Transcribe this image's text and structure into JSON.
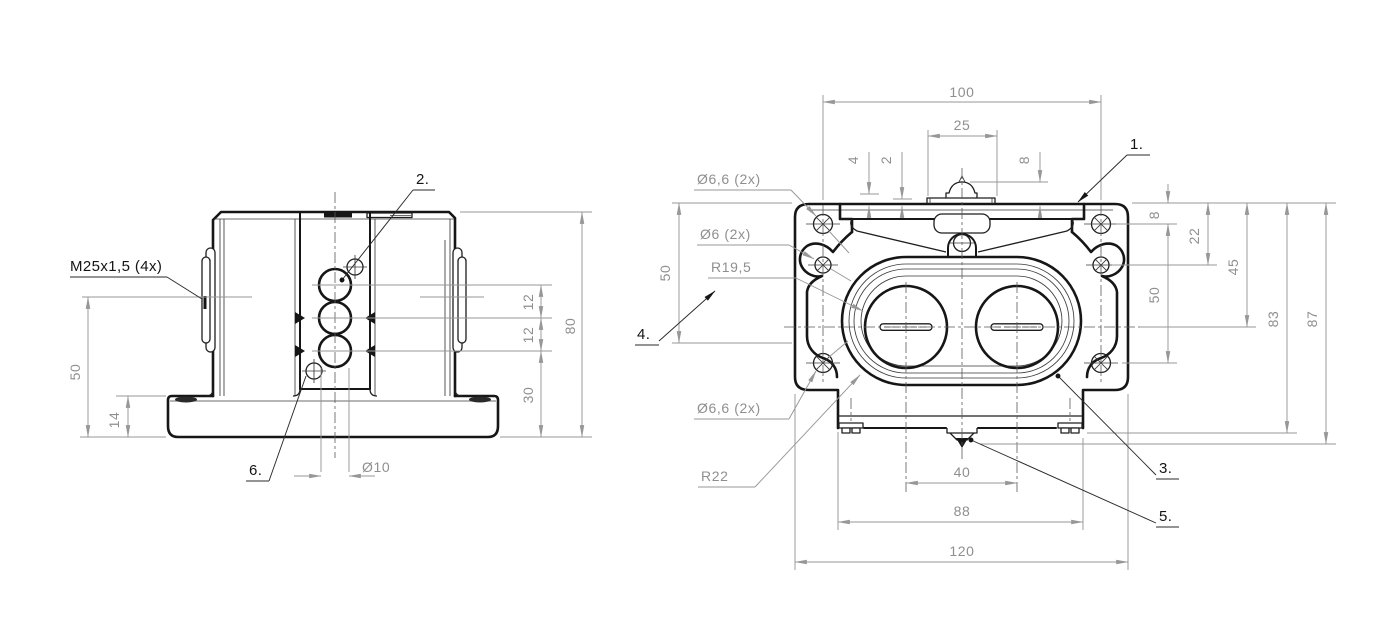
{
  "drawing": {
    "background": "#ffffff",
    "line_color": "#161616",
    "dimension_color": "#8f8f8f",
    "side_view": {
      "thread_callout": "M25x1,5 (4x)",
      "balloon_2": "2.",
      "balloon_6": "6.",
      "dim_gland_height": "50",
      "dim_base_thickness": "14",
      "dim_hole_pitch_a": "12",
      "dim_hole_pitch_b": "12",
      "dim_bottom_hole_offset": "30",
      "dim_overall_height": "80",
      "dim_hole_diameter": "Ø10"
    },
    "front_view": {
      "balloon_1": "1.",
      "balloon_3": "3.",
      "balloon_4": "4.",
      "balloon_5": "5.",
      "callout_top_holes": "Ø6,6 (2x)",
      "callout_side_holes": "Ø6 (2x)",
      "callout_inner_radius": "R19,5",
      "callout_bottom_holes": "Ø6,6 (2x)",
      "callout_corner_radius": "R22",
      "dim_hole_span_h": "100",
      "dim_boss_width": "25",
      "dim_step_height": "4",
      "dim_plate_height": "2",
      "dim_boss_height": "8",
      "dim_top_to_hole": "8",
      "dim_hole_pitch_v": "22",
      "dim_top_to_center": "45",
      "dim_hole_span_v": "50",
      "dim_left_height": "50",
      "dim_body_height": "83",
      "dim_overall_height": "87",
      "dim_bore_pitch": "40",
      "dim_lower_width": "88",
      "dim_overall_width": "120"
    }
  }
}
